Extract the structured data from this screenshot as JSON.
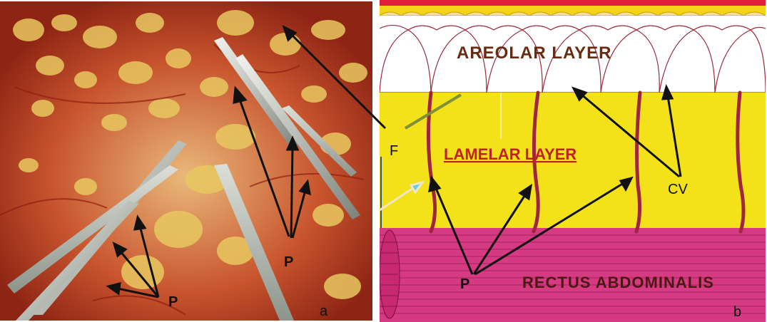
{
  "panel_a": {
    "letter": "a",
    "labels": {
      "left_p": "P",
      "right_p": "P"
    }
  },
  "panel_b": {
    "letter": "b",
    "layers": {
      "areolar": "AREOLAR LAYER",
      "lamelar": "LAMELAR LAYER",
      "muscle": "RECTUS ABDOMINALIS"
    },
    "labels": {
      "f": "F",
      "cv": "CV",
      "p": "P"
    }
  },
  "colors": {
    "tissue_red": "#b23a22",
    "fat_yellow": "#e8c860",
    "lamelar_yellow": "#f3e21a",
    "muscle_pink": "#d63a82",
    "vessel": "#a0253d",
    "layer_text_brown": "#6a2a10",
    "lamelar_text_red": "#c0202a",
    "arrow_black": "#111111"
  }
}
